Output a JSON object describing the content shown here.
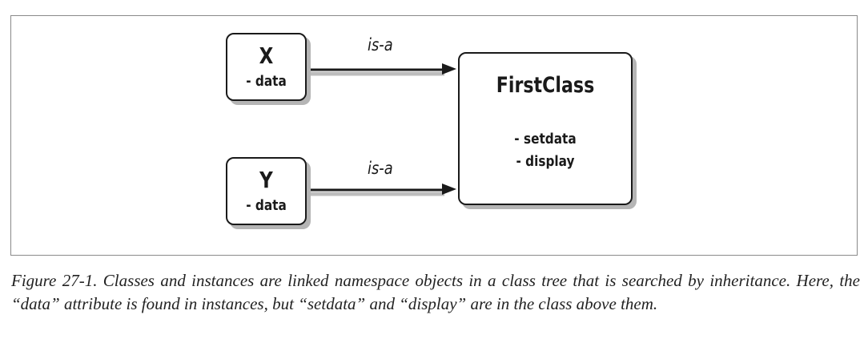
{
  "diagram": {
    "nodes": {
      "x": {
        "name": "X",
        "attributes": [
          "- data"
        ]
      },
      "y": {
        "name": "Y",
        "attributes": [
          "- data"
        ]
      },
      "first_class": {
        "name": "FirstClass",
        "attributes": [
          "- setdata",
          "- display"
        ]
      }
    },
    "edges": [
      {
        "from": "X",
        "to": "FirstClass",
        "label": "is-a"
      },
      {
        "from": "Y",
        "to": "FirstClass",
        "label": "is-a"
      }
    ]
  },
  "caption": "Figure 27-1. Classes and instances are linked namespace objects in a class tree that is searched by inheritance. Here, the “data” attribute is found in instances, but “setdata” and “display” are in the class above them."
}
